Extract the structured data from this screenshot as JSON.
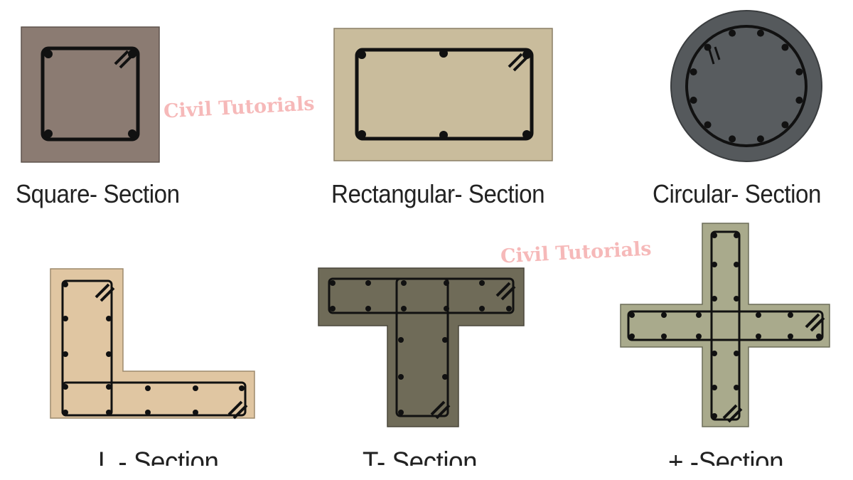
{
  "watermark": "Civil Tutorials",
  "sections": [
    {
      "label": "Square- Section",
      "color": "#8b7b72"
    },
    {
      "label": "Rectangular- Section",
      "color": "#c9bc9c"
    },
    {
      "label": "Circular- Section",
      "color": "#55595c"
    },
    {
      "label": "L - Section",
      "color": "#e0c6a2"
    },
    {
      "label": "T- Section",
      "color": "#6f6b58"
    },
    {
      "label": "+ -Section",
      "color": "#a9aa8c"
    }
  ]
}
